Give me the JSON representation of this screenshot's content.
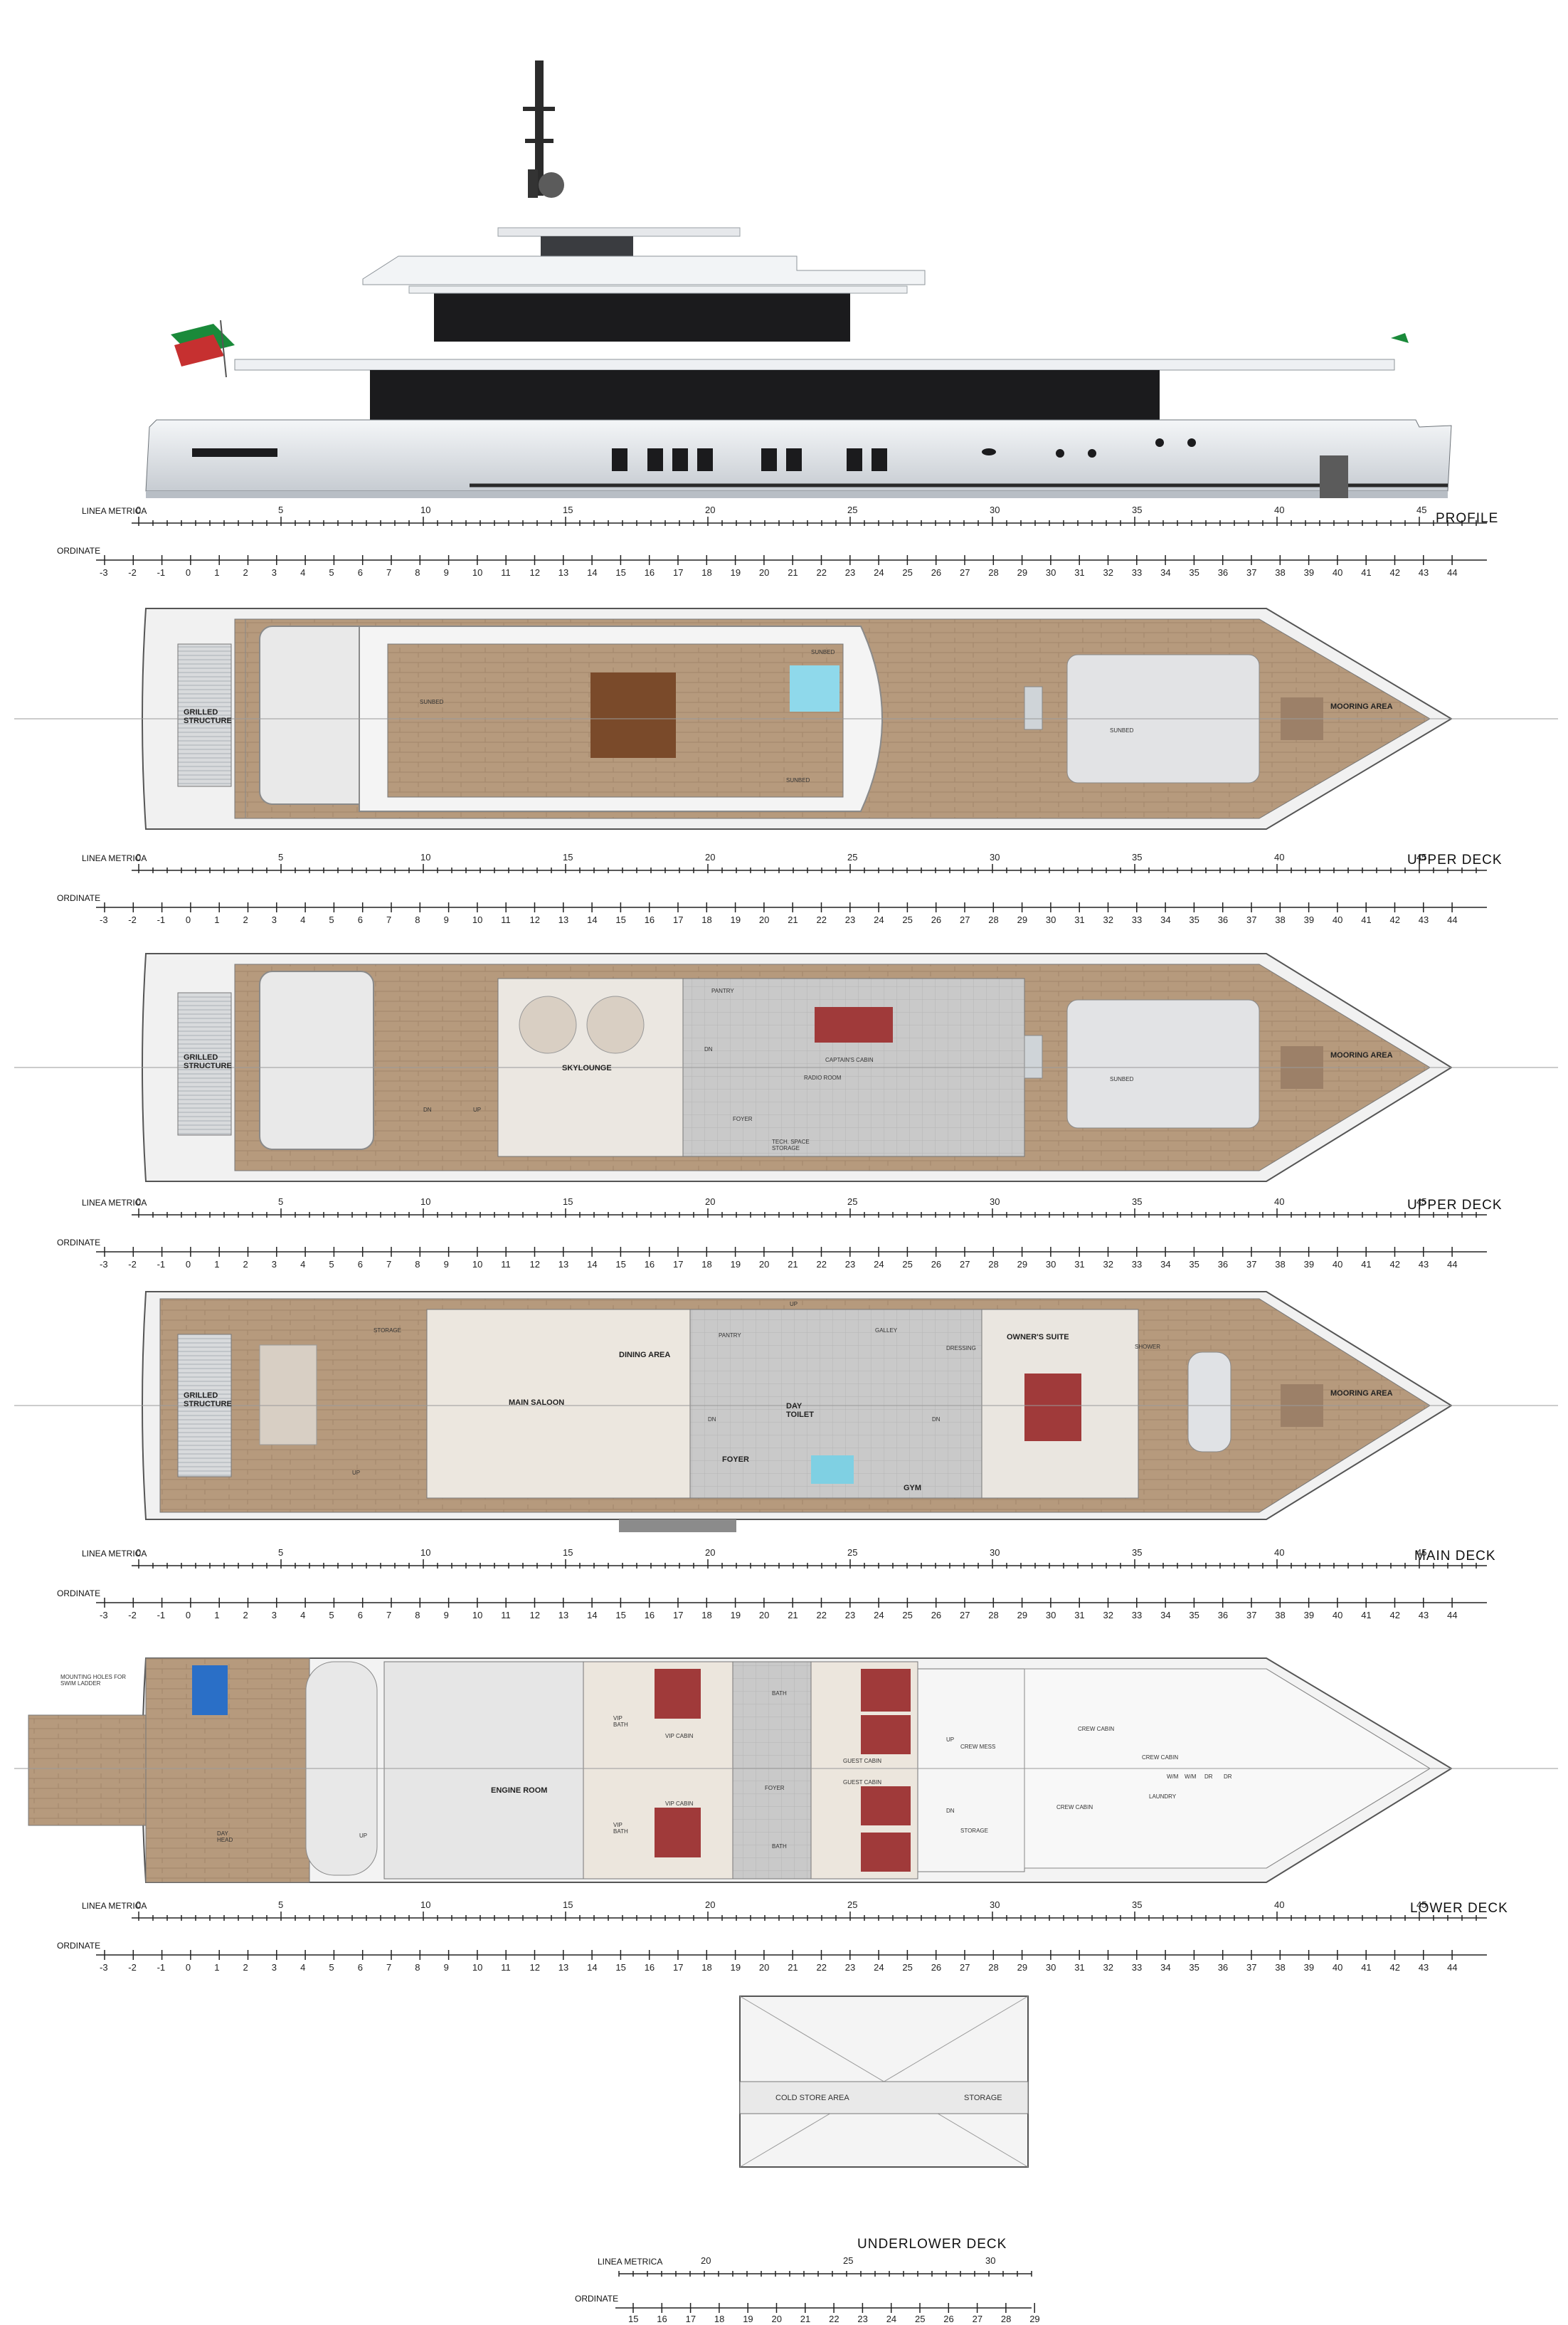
{
  "profile": {
    "title": "PROFILE"
  },
  "decks": [
    {
      "id": "upper1",
      "title": "UPPER DECK",
      "rooms": [
        "GRILLED STRUCTURE",
        "SUNBED",
        "SUNBED",
        "SUNBED",
        "SUNBED",
        "MOORING AREA"
      ]
    },
    {
      "id": "upper2",
      "title": "UPPER DECK",
      "rooms": [
        "GRILLED STRUCTURE",
        "DN",
        "UP",
        "SKYLOUNGE",
        "PANTRY",
        "DN",
        "FOYER",
        "TECH. SPACE STORAGE",
        "CAPTAIN'S CABIN",
        "RADIO ROOM",
        "SUNBED",
        "MOORING AREA"
      ]
    },
    {
      "id": "main",
      "title": "MAIN DECK",
      "rooms": [
        "GRILLED STRUCTURE",
        "STORAGE",
        "UP",
        "MAIN SALOON",
        "DINING AREA",
        "PANTRY",
        "UP",
        "GALLEY",
        "DAY TOILET",
        "DN",
        "FOYER",
        "GYM",
        "DN",
        "OWNER'S SUITE",
        "SHOWER",
        "DRESSING",
        "MOORING AREA"
      ]
    },
    {
      "id": "lower",
      "title": "LOWER DECK",
      "rooms": [
        "MOUNTING HOLES FOR SWIM LADDER",
        "DAY HEAD",
        "UP",
        "ENGINE ROOM",
        "VIP BATH",
        "VIP BATH",
        "VIP CABIN",
        "VIP CABIN",
        "BATH",
        "BATH",
        "FOYER",
        "GUEST CABIN",
        "GUEST CABIN",
        "UP",
        "DN",
        "CREW MESS",
        "STORAGE",
        "CREW CABIN",
        "CREW CABIN",
        "CREW CABIN",
        "LAUNDRY",
        "W/M",
        "W/M",
        "DR",
        "DR"
      ]
    }
  ],
  "underlower": {
    "title": "UNDERLOWER DECK",
    "rooms": [
      "COLD STORE AREA",
      "STORAGE"
    ]
  },
  "scales": {
    "metrica_label": "LINEA METRICA",
    "ordinate_label": "ORDINATE",
    "metrica_ticks": [
      "0",
      "5",
      "10",
      "15",
      "20",
      "25",
      "30",
      "35",
      "40",
      "45"
    ],
    "ordinate_ticks": [
      "-3",
      "-2",
      "-1",
      "0",
      "1",
      "2",
      "3",
      "4",
      "5",
      "6",
      "7",
      "8",
      "9",
      "10",
      "11",
      "12",
      "13",
      "14",
      "15",
      "16",
      "17",
      "18",
      "19",
      "20",
      "21",
      "22",
      "23",
      "24",
      "25",
      "26",
      "27",
      "28",
      "29",
      "30",
      "31",
      "32",
      "33",
      "34",
      "35",
      "36",
      "37",
      "38",
      "39",
      "40",
      "41",
      "42",
      "43",
      "44"
    ],
    "under_metrica_ticks": [
      "20",
      "25",
      "30"
    ],
    "under_ordinate_ticks": [
      "15",
      "16",
      "17",
      "18",
      "19",
      "20",
      "21",
      "22",
      "23",
      "24",
      "25",
      "26",
      "27",
      "28",
      "29"
    ]
  },
  "colors": {
    "deck_wood": "#b79a7c",
    "hull_line": "#555555",
    "interior": "#e8e4de",
    "glass": "#1d1d1d",
    "hull_grey": "#cfd4da",
    "cabin_bed": "#a03a3a",
    "pool": "#7fd0e3"
  }
}
